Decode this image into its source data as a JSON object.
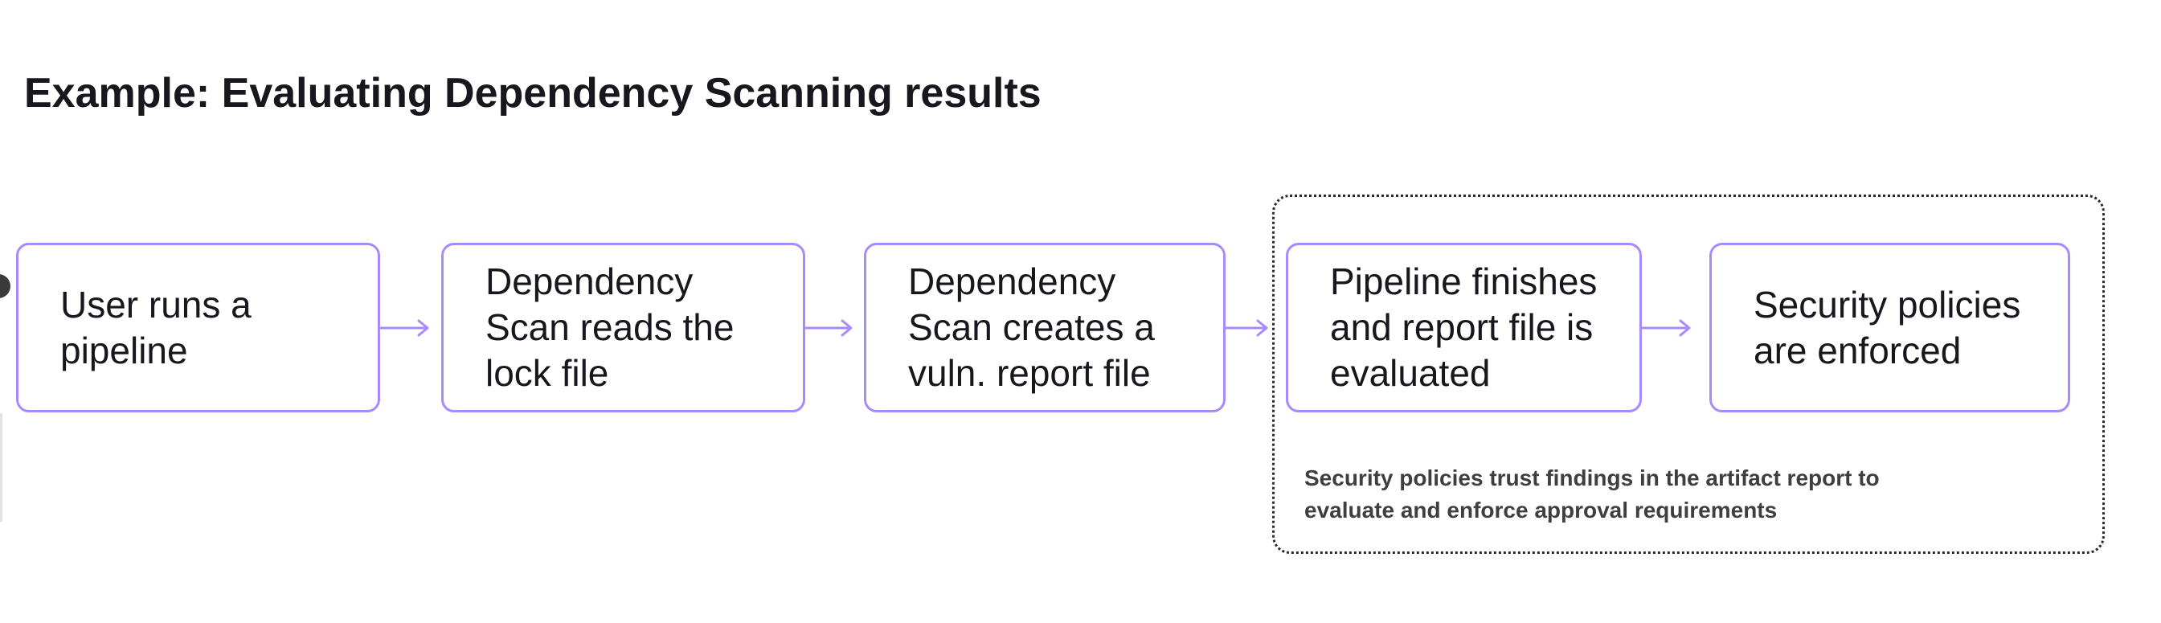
{
  "page": {
    "title": "Example: Evaluating Dependency Scanning results"
  },
  "colors": {
    "node_border": "#a78bfa",
    "arrow": "#a78bfa",
    "group_border": "#2b2b2b",
    "title_text": "#18171d",
    "node_text": "#18171d",
    "note_text": "#3f3f3f",
    "background": "#ffffff"
  },
  "diagram": {
    "type": "flowchart",
    "direction": "left-to-right",
    "nodes": [
      {
        "id": "node-1",
        "label": "User runs a\npipeline"
      },
      {
        "id": "node-2",
        "label": "Dependency\nScan reads the\nlock file"
      },
      {
        "id": "node-3",
        "label": "Dependency\nScan creates a\nvuln. report file"
      },
      {
        "id": "node-4",
        "label": "Pipeline finishes\nand report file is\nevaluated"
      },
      {
        "id": "node-5",
        "label": "Security policies\nare enforced"
      }
    ],
    "edges": [
      {
        "from": "node-1",
        "to": "node-2"
      },
      {
        "from": "node-2",
        "to": "node-3"
      },
      {
        "from": "node-3",
        "to": "node-4"
      },
      {
        "from": "node-4",
        "to": "node-5"
      }
    ],
    "group": {
      "contains": [
        "node-4",
        "node-5"
      ],
      "note": "Security policies trust findings in the artifact report to\nevaluate and enforce approval requirements"
    }
  }
}
